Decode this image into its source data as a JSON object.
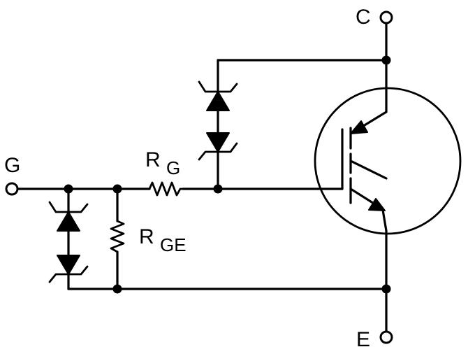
{
  "terminals": {
    "collector": "C",
    "gate": "G",
    "emitter": "E"
  },
  "components": {
    "rg": {
      "main": "R",
      "sub": "G"
    },
    "rge": {
      "main": "R",
      "sub": "GE"
    }
  }
}
